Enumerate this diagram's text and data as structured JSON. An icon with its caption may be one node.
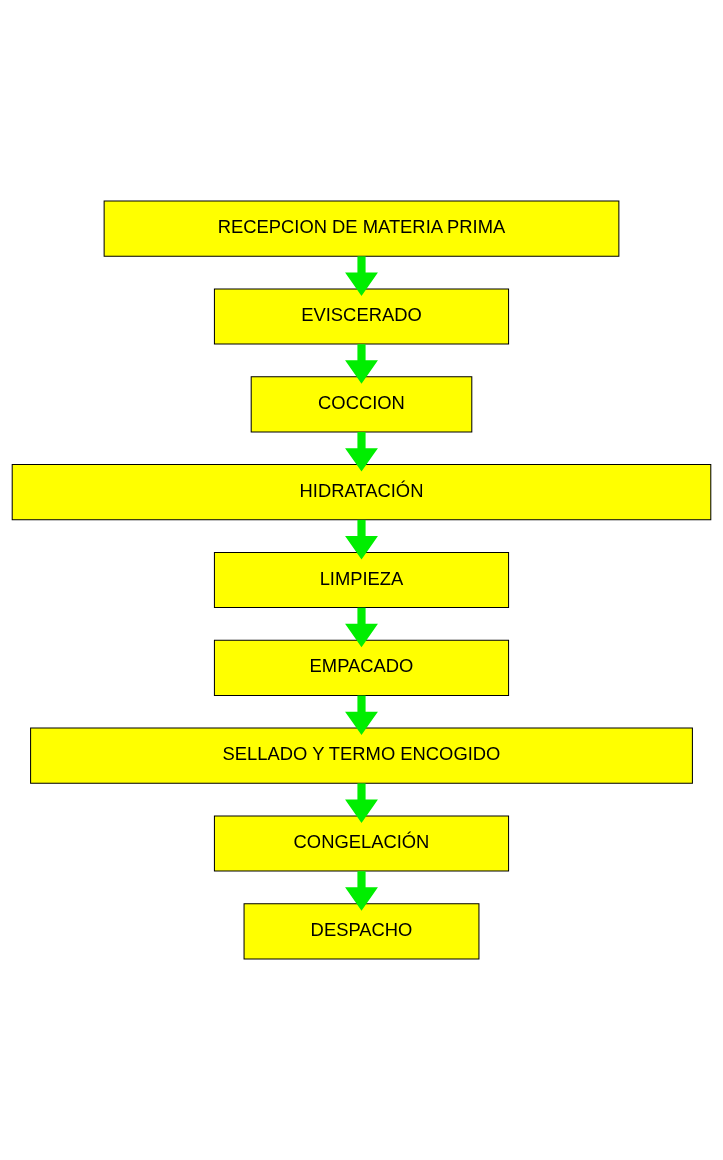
{
  "diagram": {
    "nodes": [
      {
        "text": [
          "RECEPCION DE MATERIA PRIMA"
        ]
      },
      {
        "text": [
          "EVISCERADO"
        ]
      },
      {
        "text": [
          "COCCION"
        ]
      },
      {
        "text": [
          "HIDRATACIÓN"
        ]
      },
      {
        "text": [
          "LIMPIEZA"
        ]
      },
      {
        "text": [
          "EMPACADO"
        ]
      },
      {
        "text": [
          "SELLADO Y TERMO ENCOGIDO"
        ]
      },
      {
        "text": [
          "CONGELACIÓN"
        ]
      },
      {
        "text": [
          "DESPACHO"
        ]
      }
    ],
    "edges": [
      {
        "from": 0,
        "to": 1,
        "arrow": "to"
      },
      {
        "from": 1,
        "to": 2,
        "arrow": "to"
      },
      {
        "from": 2,
        "to": 3,
        "arrow": "to"
      },
      {
        "from": 3,
        "to": 4,
        "arrow": "to"
      },
      {
        "from": 4,
        "to": 5,
        "arrow": "to"
      },
      {
        "from": 5,
        "to": 6,
        "arrow": "to"
      },
      {
        "from": 6,
        "to": 7,
        "arrow": "to"
      },
      {
        "from": 7,
        "to": 8,
        "arrow": "to"
      }
    ]
  }
}
